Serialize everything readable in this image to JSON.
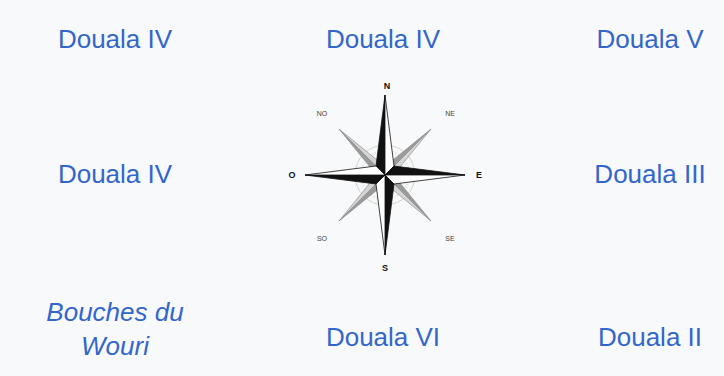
{
  "diagram": {
    "labels": [
      "Douala IV",
      "Douala IV",
      "Douala V",
      "Douala IV",
      "Douala III",
      "Bouches du Wouri",
      "Douala VI",
      "Douala II",
      "N",
      "NO",
      "NE",
      "O",
      "E",
      "SO",
      "SE",
      "S"
    ]
  }
}
